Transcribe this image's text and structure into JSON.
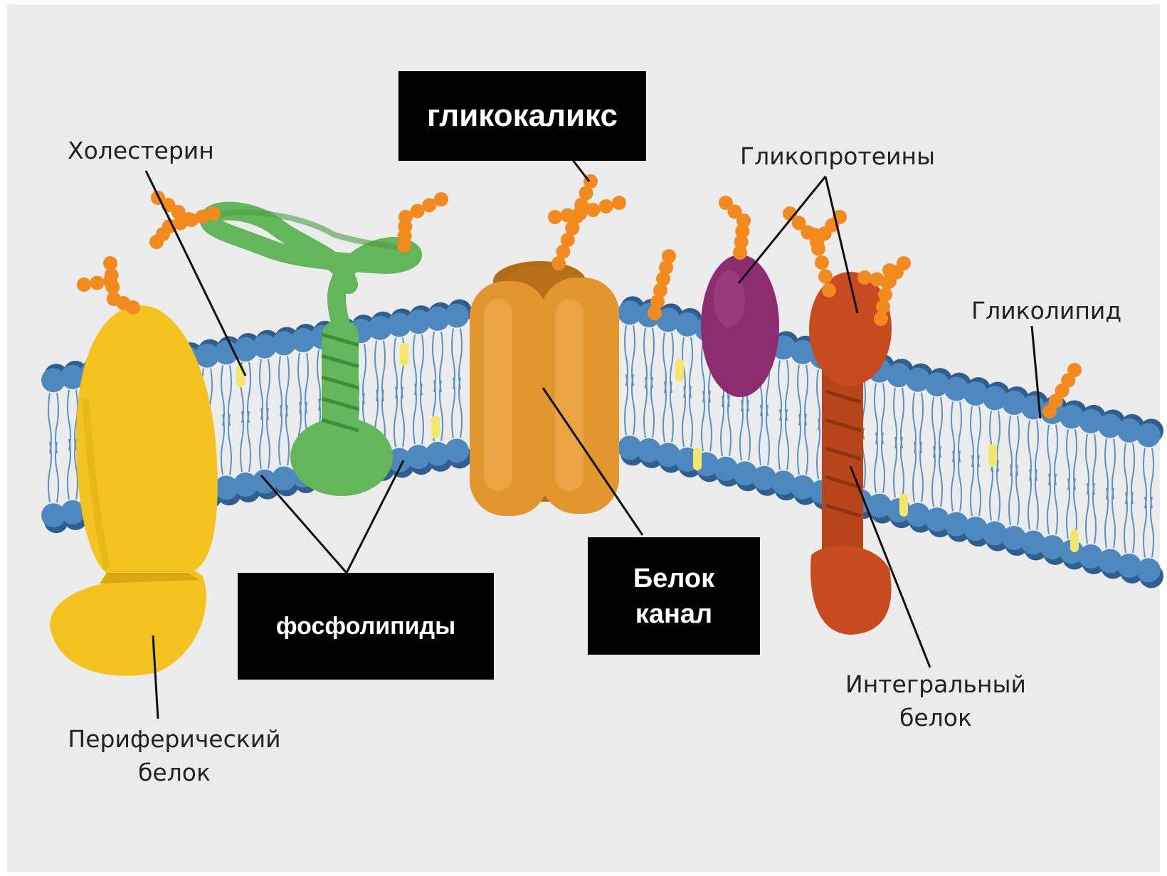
{
  "labels": {
    "cholesterol": "Холестерин",
    "glycoproteins": "Гликопротеины",
    "glycolipid": "Гликолипид",
    "peripheral_line1": "Периферический",
    "peripheral_line2": "белок",
    "integral_line1": "Интегральный",
    "integral_line2": "белок"
  },
  "boxes": {
    "glycocalyx": "гликокаликс",
    "phospholipids": "фосфолипиды",
    "channel_line1": "Белок",
    "channel_line2": "канал"
  },
  "colors": {
    "background": "#ececec",
    "lipid_head": "#4d88bf",
    "lipid_head_dark": "#2f5f8f",
    "lipid_tail": "#5a93c8",
    "cholesterol": "#f2e66b",
    "peripheral_protein": "#f5c31f",
    "green_protein": "#63b65a",
    "channel_protein": "#e1962e",
    "glycoprotein_purple": "#8b2d6f",
    "integral_protein": "#c84b1f",
    "sugar_chain": "#f28a1e",
    "label_box": "#000000"
  }
}
